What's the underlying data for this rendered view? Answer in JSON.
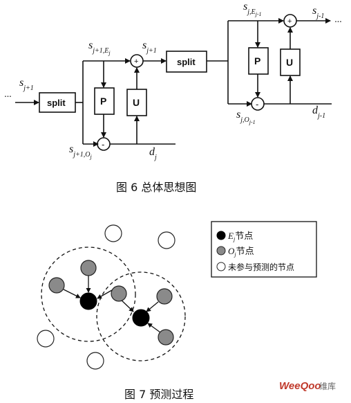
{
  "figure6": {
    "caption": "图 6   总体思想图",
    "ellipsis_left": "···",
    "ellipsis_right": "···",
    "split_label": "split",
    "p_label": "P",
    "u_label": "U",
    "plus": "+",
    "minus": "-",
    "s_base": "s",
    "d_base": "d",
    "sub_j1": "j+1",
    "sub_j1E": "j+1,E",
    "sub_j1O": "j+1,O",
    "sub_j": "j",
    "sub_jE": "j,E",
    "sub_jO": "j,O",
    "sub_jm1": "j-1",
    "sub_e_j": "j",
    "sub_e_jm1": "j-1"
  },
  "figure7": {
    "caption": "图 7   预测过程",
    "legend": [
      {
        "label_main": "E",
        "label_sub": "j",
        "label_rest": "节点",
        "fill": "#000000"
      },
      {
        "label_main": "O",
        "label_sub": "j",
        "label_rest": "节点",
        "fill": "#8a8a8a"
      },
      {
        "label_main": "",
        "label_sub": "",
        "label_rest": "未参与预测的节点",
        "fill": "#ffffff"
      }
    ]
  },
  "watermark": {
    "text_main": "WeeQoo",
    "text_suffix": "维库"
  }
}
